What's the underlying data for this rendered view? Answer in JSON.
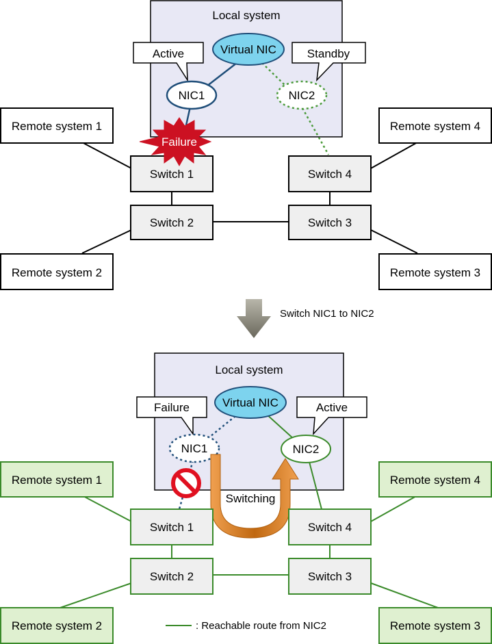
{
  "top": {
    "local_system_label": "Local system",
    "virtual_nic": "Virtual NIC",
    "nic1": "NIC1",
    "nic2": "NIC2",
    "callout_left": "Active",
    "callout_right": "Standby",
    "failure_burst": "Failure",
    "remote_1": "Remote system 1",
    "remote_2": "Remote system 2",
    "remote_3": "Remote system 3",
    "remote_4": "Remote system 4",
    "switch_1": "Switch 1",
    "switch_2": "Switch 2",
    "switch_3": "Switch 3",
    "switch_4": "Switch 4"
  },
  "transition": {
    "label": "Switch NIC1 to NIC2"
  },
  "bottom": {
    "local_system_label": "Local system",
    "virtual_nic": "Virtual NIC",
    "nic1": "NIC1",
    "nic2": "NIC2",
    "callout_left": "Failure",
    "callout_right": "Active",
    "switching_label": "Switching",
    "remote_1": "Remote system 1",
    "remote_2": "Remote system 2",
    "remote_3": "Remote system 3",
    "remote_4": "Remote system 4",
    "switch_1": "Switch 1",
    "switch_2": "Switch 2",
    "switch_3": "Switch 3",
    "switch_4": "Switch 4"
  },
  "legend": {
    "label": ": Reachable route from NIC2"
  },
  "colors": {
    "local_system_fill": "#e8e8f5",
    "virtual_nic_fill": "#7dd3ee",
    "nic_active_stroke": "#1f4e79",
    "standby_dotted": "#4a9a3a",
    "failure_red": "#cc1122",
    "switch_fill": "#efefef",
    "reachable_green": "#3a8a2a",
    "remote_reachable_fill": "#dff0d0",
    "arrow_orange": "#d07a20",
    "transition_arrow": "#8a8878"
  }
}
